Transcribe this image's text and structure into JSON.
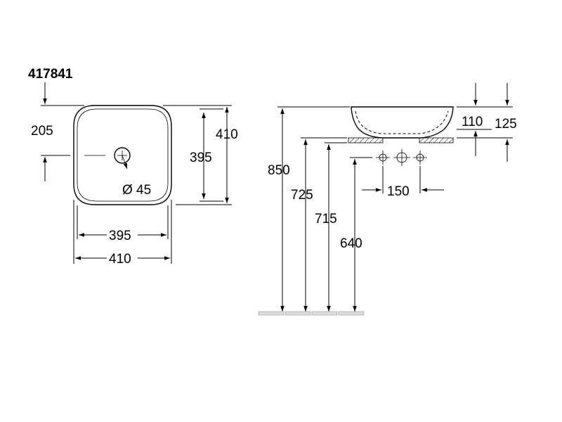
{
  "product_code": "417841",
  "top_view": {
    "offset_205": "205",
    "height_410": "410",
    "height_395": "395",
    "drain_diameter": "Ø 45",
    "width_395": "395",
    "width_410": "410"
  },
  "side_view": {
    "height_850": "850",
    "height_725": "725",
    "height_715": "715",
    "height_640": "640",
    "bowl_110": "110",
    "bowl_125": "125",
    "tap_spacing_150": "150"
  }
}
